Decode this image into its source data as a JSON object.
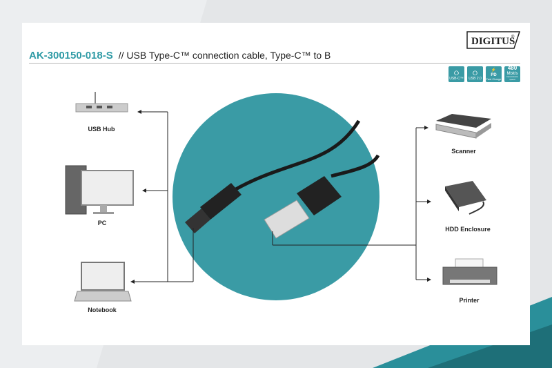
{
  "brand": {
    "logo": "DIGITUS®"
  },
  "header": {
    "code": "AK-300150-018-S",
    "description": "// USB Type-C™ connection cable, Type-C™ to B"
  },
  "badges": [
    {
      "icon": "usb-icon",
      "label": "USB-C™"
    },
    {
      "icon": "usb-icon",
      "label": "USB 2.0"
    },
    {
      "icon": "power-icon",
      "top": "PD",
      "label": "Fast Charge"
    },
    {
      "top": "480",
      "mid": "Mbit/s",
      "label": "transmission speed"
    }
  ],
  "left_devices": [
    {
      "label": "USB Hub"
    },
    {
      "label": "PC"
    },
    {
      "label": "Notebook"
    }
  ],
  "right_devices": [
    {
      "label": "Scanner"
    },
    {
      "label": "HDD Enclosure"
    },
    {
      "label": "Printer"
    }
  ],
  "colors": {
    "accent": "#2e9aa5",
    "circle": "#3a9ba5"
  }
}
